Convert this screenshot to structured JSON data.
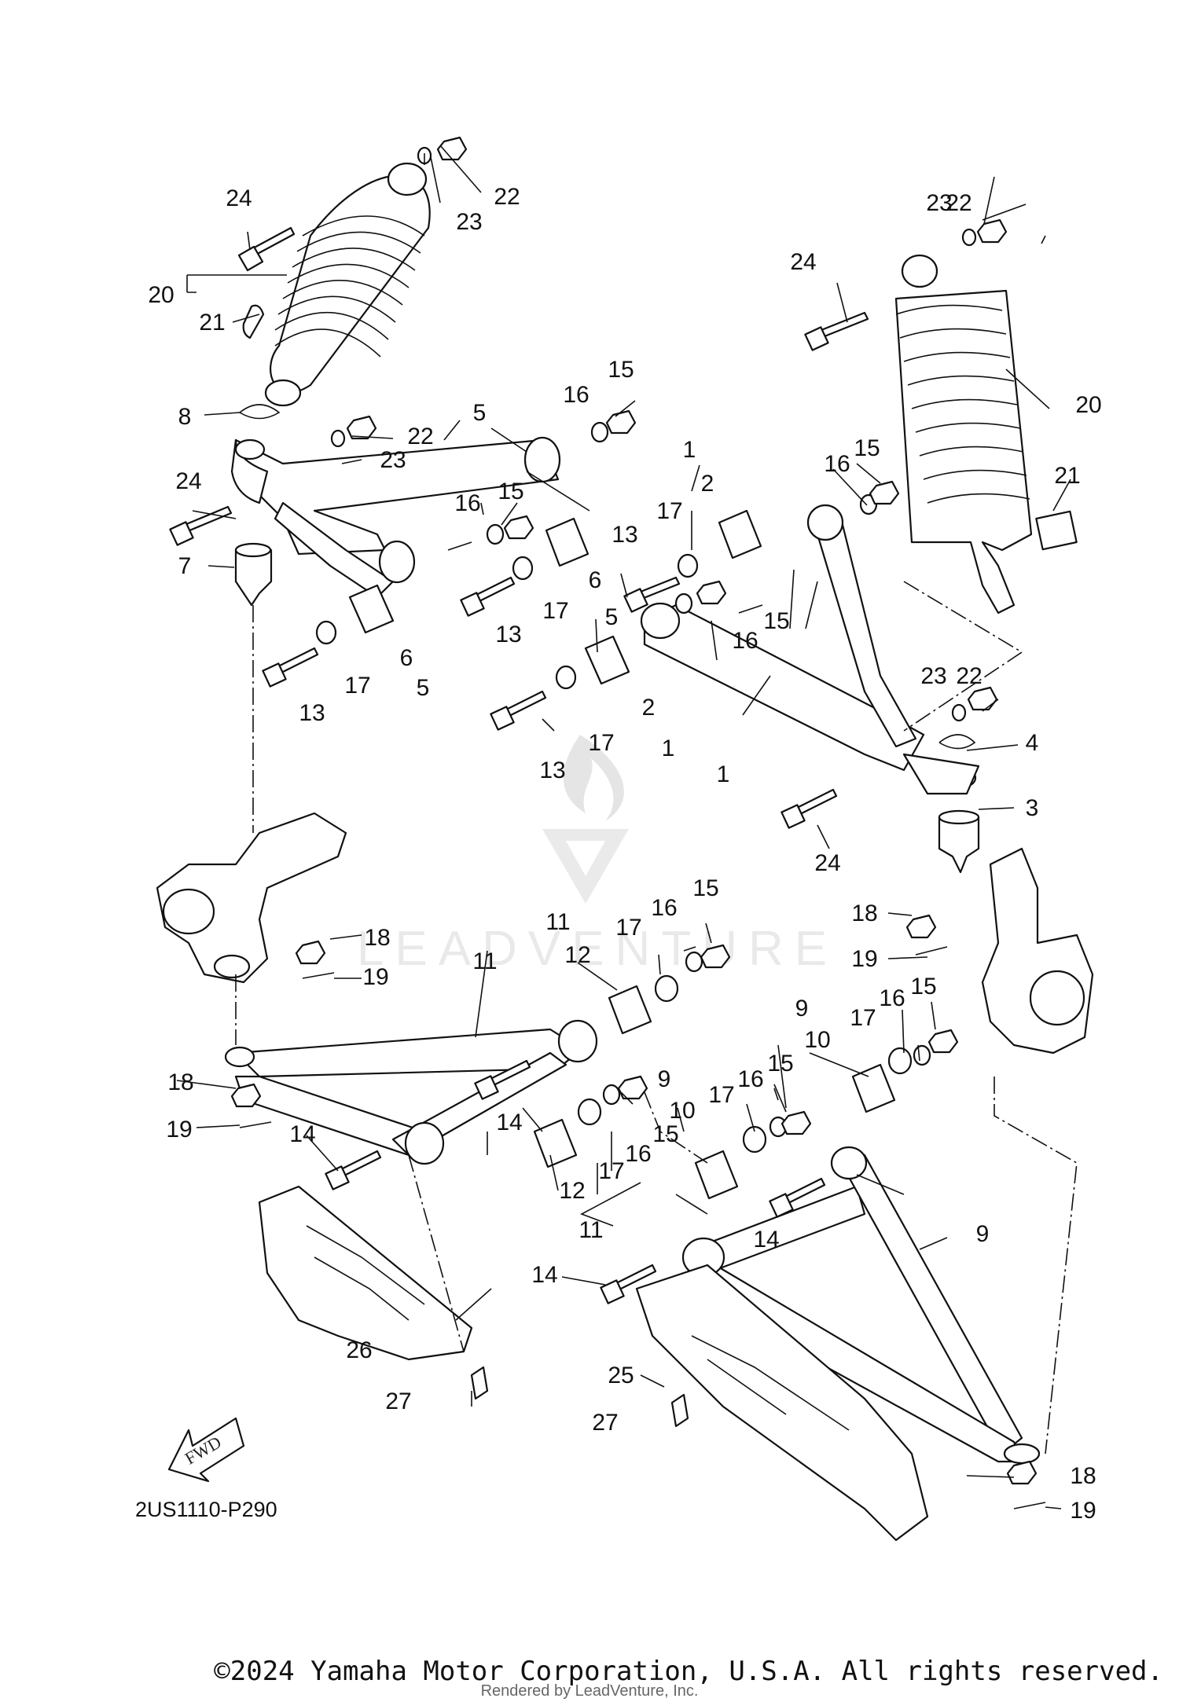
{
  "diagram": {
    "code": "2US1110-P290",
    "copyright": "©2024 Yamaha Motor Corporation, U.S.A. All rights reserved.",
    "rendered_by": "Rendered by LeadVenture, Inc.",
    "watermark": "LEADVENTURE",
    "fwd_label": "FWD"
  },
  "callouts": [
    "1",
    "2",
    "3",
    "4",
    "5",
    "6",
    "7",
    "8",
    "9",
    "10",
    "11",
    "12",
    "13",
    "14",
    "15",
    "16",
    "17",
    "18",
    "19",
    "20",
    "21",
    "22",
    "23",
    "24",
    "25",
    "26",
    "27"
  ],
  "icons": [
    "fwd-arrow-icon",
    "leadventure-logo-icon"
  ]
}
